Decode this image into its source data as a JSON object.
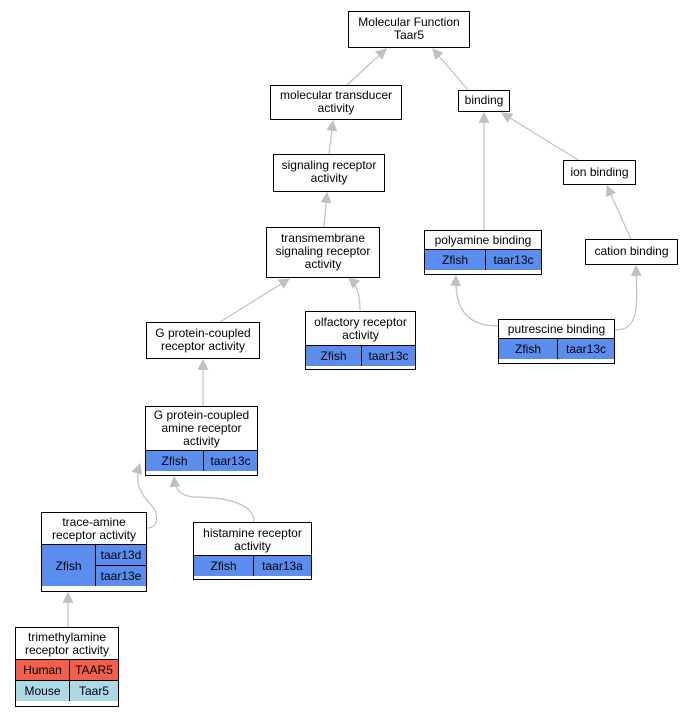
{
  "nodes": {
    "mf": {
      "line1": "Molecular Function",
      "line2": "Taar5"
    },
    "mt": {
      "line1": "molecular transducer",
      "line2": "activity"
    },
    "binding": {
      "line1": "binding"
    },
    "sra": {
      "line1": "signaling receptor",
      "line2": "activity"
    },
    "ion": {
      "line1": "ion binding"
    },
    "tsra": {
      "line1": "transmembrane",
      "line2": "signaling receptor",
      "line3": "activity"
    },
    "poly": {
      "line1": "polyamine binding",
      "org": "Zfish",
      "gene": "taar13c"
    },
    "cation": {
      "line1": "cation binding"
    },
    "gpcr": {
      "line1": "G protein-coupled",
      "line2": "receptor activity"
    },
    "olf": {
      "line1": "olfactory receptor",
      "line2": "activity",
      "org": "Zfish",
      "gene": "taar13c"
    },
    "put": {
      "line1": "putrescine binding",
      "org": "Zfish",
      "gene": "taar13c"
    },
    "gpcar": {
      "line1": "G protein-coupled",
      "line2": "amine receptor",
      "line3": "activity",
      "org": "Zfish",
      "gene": "taar13c"
    },
    "trace": {
      "line1": "trace-amine",
      "line2": "receptor activity",
      "org": "Zfish",
      "gene1": "taar13d",
      "gene2": "taar13e"
    },
    "hist": {
      "line1": "histamine receptor",
      "line2": "activity",
      "org": "Zfish",
      "gene": "taar13a"
    },
    "tma": {
      "line1": "trimethylamine",
      "line2": "receptor activity",
      "org1": "Human",
      "gene1": "TAAR5",
      "org2": "Mouse",
      "gene2": "Taar5"
    }
  },
  "colors": {
    "zfish": "#5b8def",
    "human": "#f3604a",
    "mouse": "#add8e6",
    "edge": "#c0c0c0"
  }
}
